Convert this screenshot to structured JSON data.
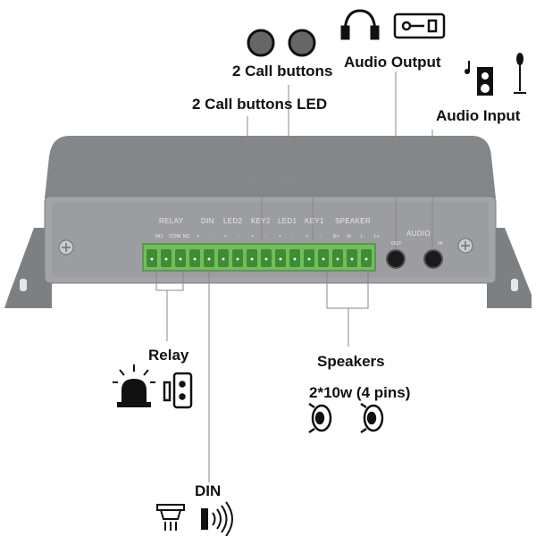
{
  "labels": {
    "call_buttons": "2 Call buttons",
    "call_buttons_led": "2 Call buttons LED",
    "audio_output": "Audio Output",
    "audio_input": "Audio Input",
    "relay": "Relay",
    "speakers": "Speakers",
    "speaker_spec": "2*10w (4 pins)",
    "din": "DIN"
  },
  "panel": {
    "groups": [
      "RELAY",
      "DIN",
      "LED2",
      "KEY2",
      "LED1",
      "KEY1",
      "SPEAKER",
      "AUDIO"
    ],
    "pins": [
      "NO",
      "COM",
      "NC",
      "+",
      "-",
      "+",
      "-",
      "+",
      "-",
      "+",
      "-",
      "+",
      "-",
      "R+",
      "R-",
      "L-",
      "L+"
    ],
    "audio_jacks": [
      "OUT",
      "IN"
    ]
  },
  "colors": {
    "body": "#8a8d90",
    "panel": "#9a9c9e",
    "terminal": "#6fbf5a"
  }
}
